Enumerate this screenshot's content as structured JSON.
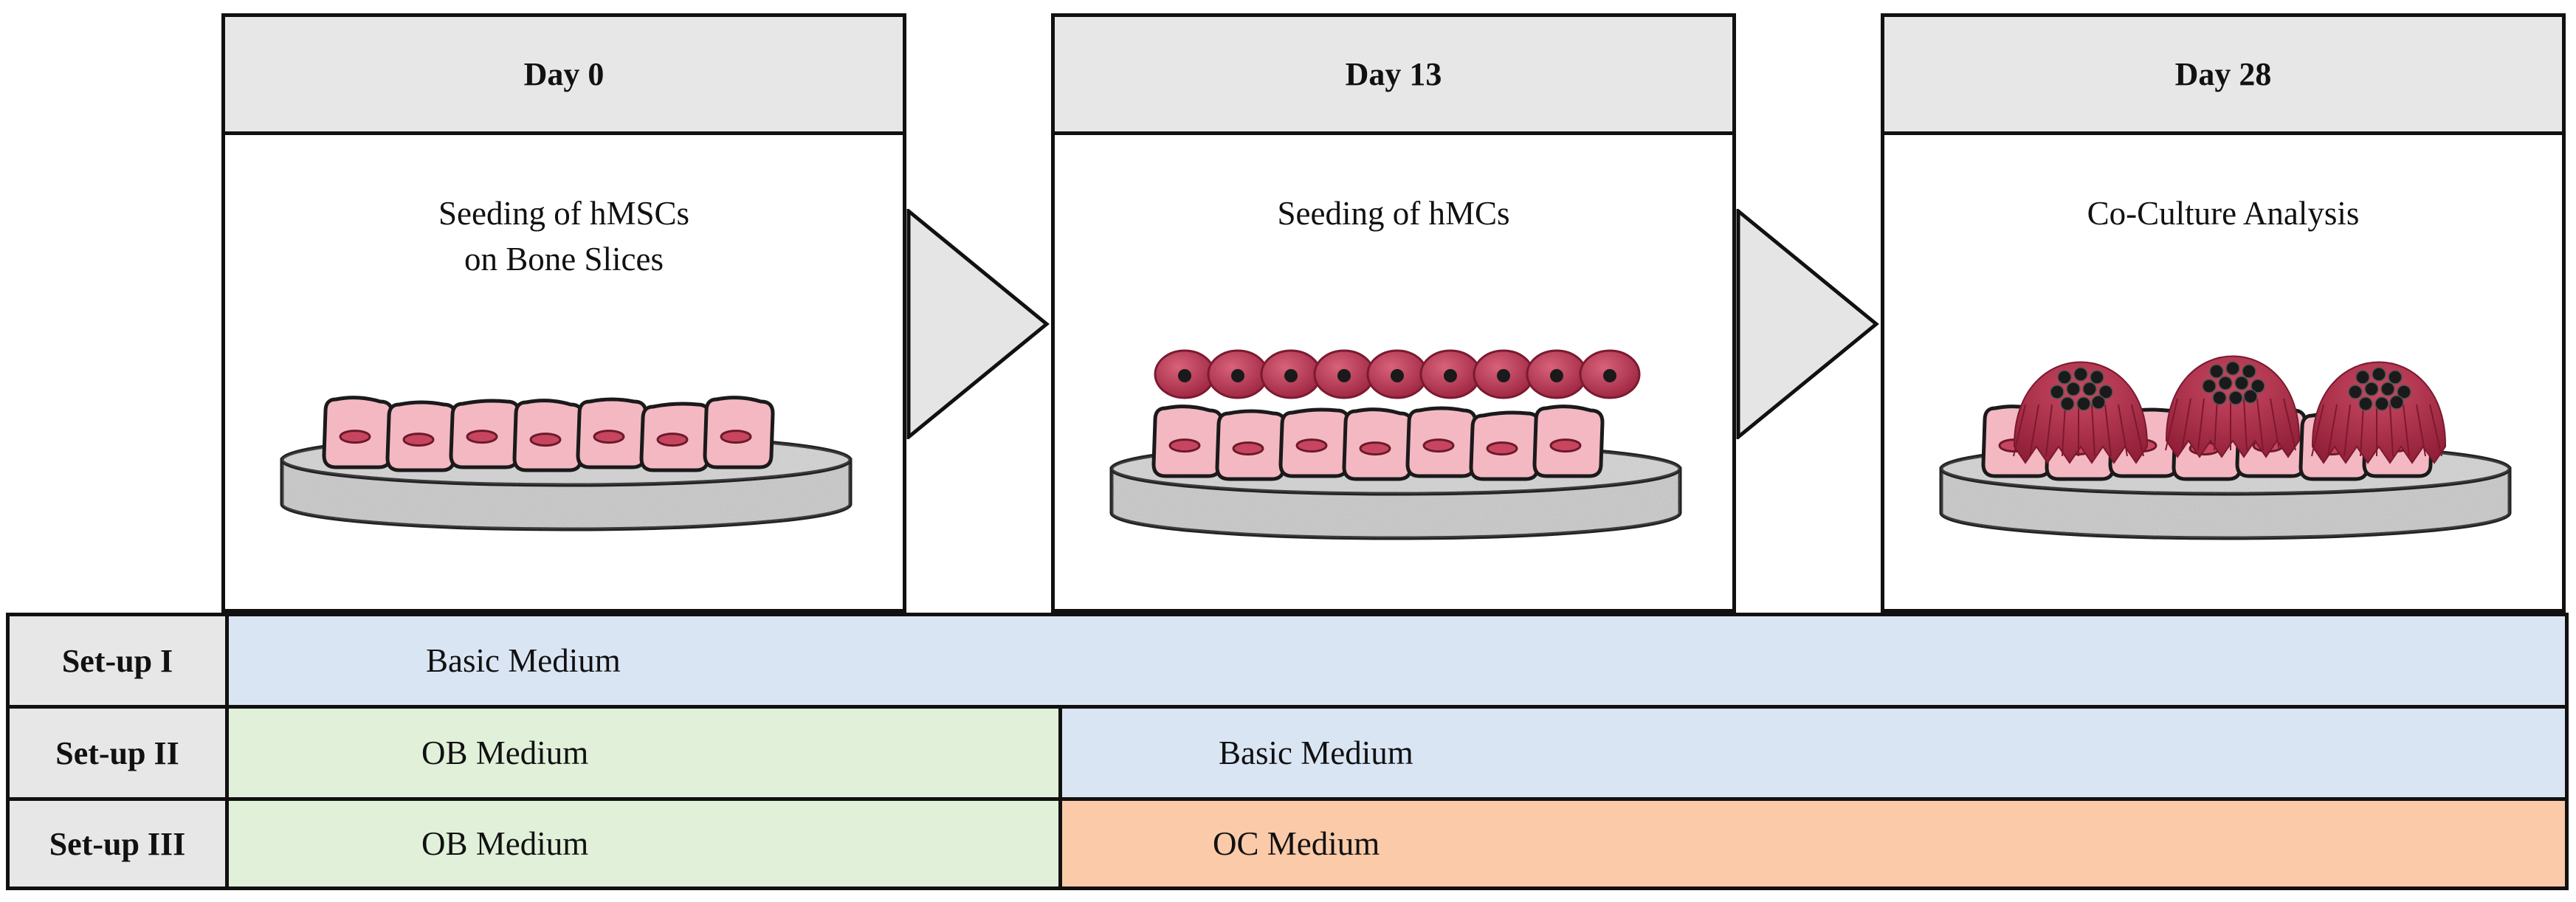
{
  "panels": [
    {
      "title": "Day 0",
      "caption": "Seeding of hMSCs\non Bone Slices"
    },
    {
      "title": "Day 13",
      "caption": "Seeding of hMCs"
    },
    {
      "title": "Day 28",
      "caption": "Co-Culture Analysis"
    }
  ],
  "setups": [
    {
      "label": "Set-up I",
      "segments": [
        {
          "text": "Basic Medium",
          "color": "#dae5f4"
        }
      ]
    },
    {
      "label": "Set-up II",
      "segments": [
        {
          "text": "OB Medium",
          "color": "#e1f0d9"
        },
        {
          "text": "Basic Medium",
          "color": "#dae5f4"
        }
      ]
    },
    {
      "label": "Set-up III",
      "segments": [
        {
          "text": "OB Medium",
          "color": "#e1f0d9"
        },
        {
          "text": "OC Medium",
          "color": "#fbcaa8"
        }
      ]
    }
  ],
  "colors": {
    "msc": "#f4b8c3",
    "macrophage": "#b8324e",
    "osteoclast": "#a8283f",
    "bone": "#c9c9c9",
    "header": "#e7e7e7"
  }
}
